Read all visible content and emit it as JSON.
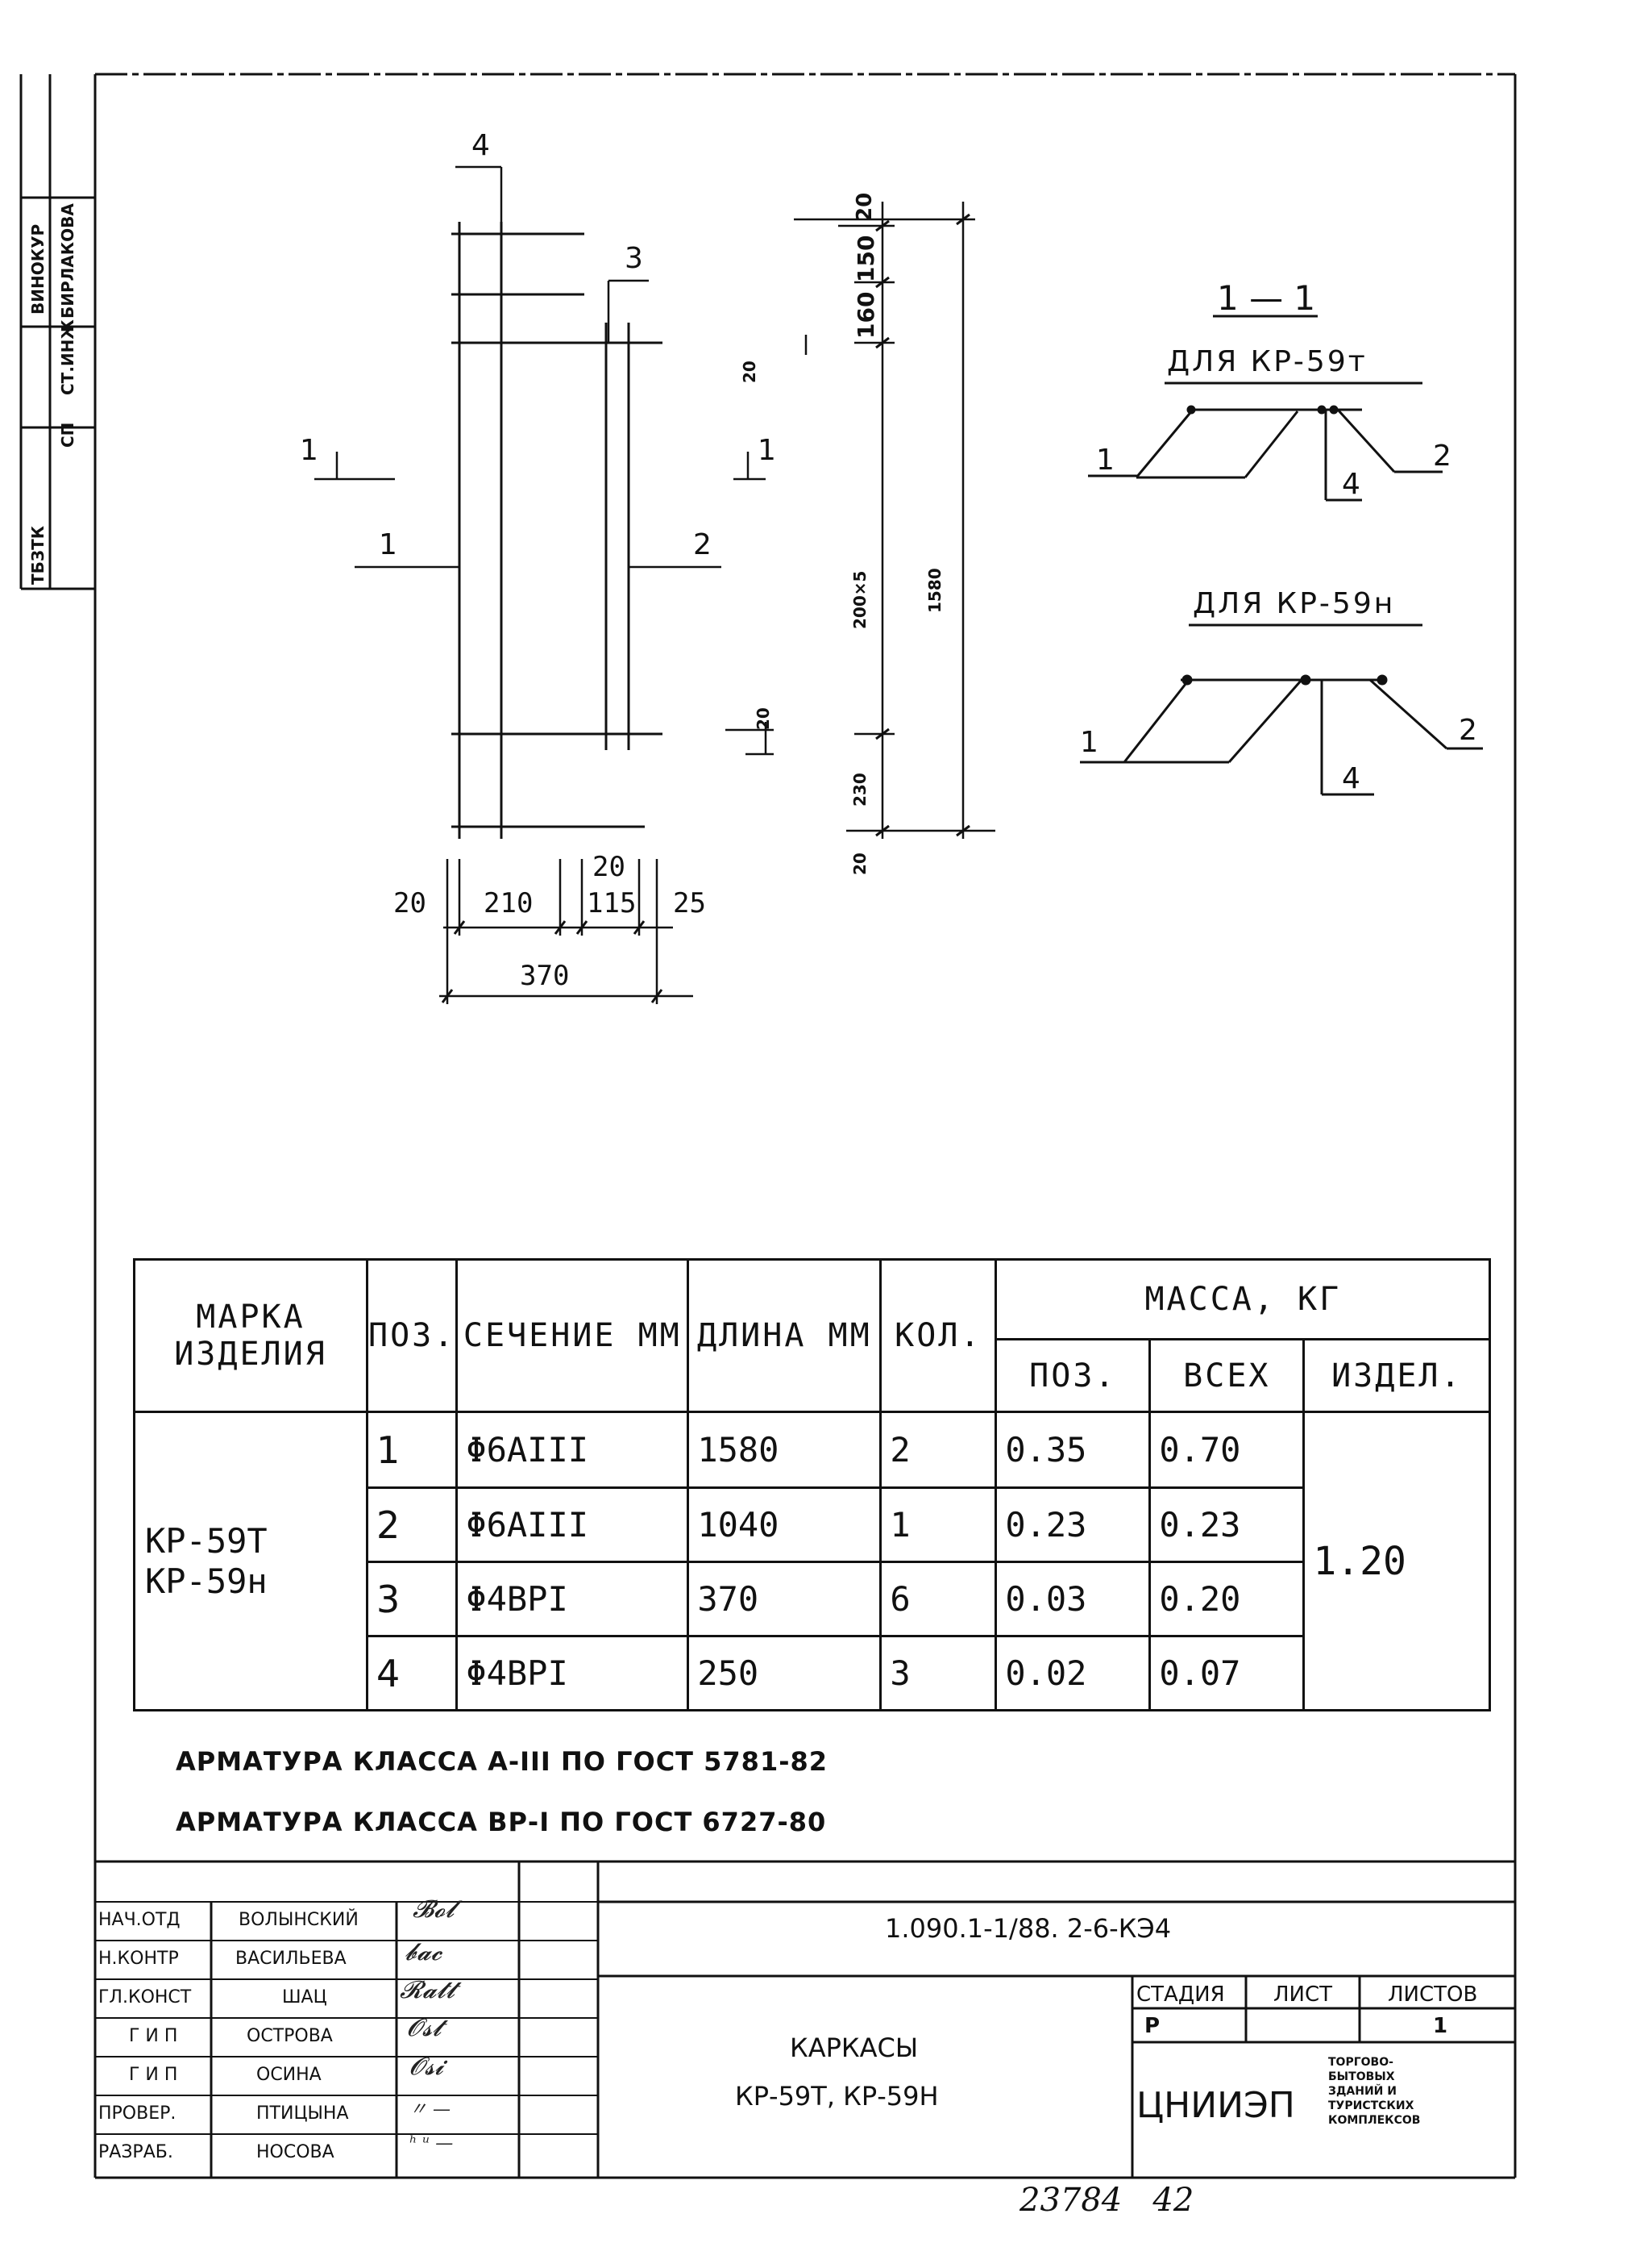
{
  "stamp_column": [
    "ТБЗТК",
    "СП",
    "СТ.ИНЖ",
    "БИРЛАКОВА",
    "ВИНОКУР"
  ],
  "drawing": {
    "pos_labels": [
      "1",
      "2",
      "3",
      "4"
    ],
    "section_mark_left": "1",
    "section_mark_right": "1",
    "dims_bottom": {
      "d20a": "20",
      "d210": "210",
      "d20b": "20",
      "d115": "115",
      "d25": "25",
      "d370": "370"
    },
    "dims_right": {
      "d20_top": "20",
      "d150": "150",
      "d160": "160",
      "d20_mid1": "20",
      "d200x5": "200×5",
      "d1580": "1580",
      "d20_mid2": "20",
      "d230": "230",
      "d20_bot": "20"
    }
  },
  "section": {
    "title": "1 — 1",
    "for_t": "ДЛЯ КР-59т",
    "for_n": "ДЛЯ КР-59н",
    "lbl1": "1",
    "lbl2": "2",
    "lbl4": "4"
  },
  "table": {
    "headers": {
      "mark": "МАРКА ИЗДЕЛИЯ",
      "pos": "ПОЗ.",
      "section": "СЕЧЕНИЕ ММ",
      "length": "ДЛИНА ММ",
      "qty": "КОЛ.",
      "mass": "МАССА, КГ",
      "mass_pos": "ПОЗ.",
      "mass_all": "ВСЕХ",
      "mass_item": "ИЗДЕЛ."
    },
    "mark_line1": "КР-59Т",
    "mark_line2": "КР-59н",
    "item_mass": "1.20",
    "rows": [
      {
        "pos": "1",
        "section": "Φ6AIII",
        "length": "1580",
        "qty": "2",
        "mass_pos": "0.35",
        "mass_all": "0.70"
      },
      {
        "pos": "2",
        "section": "Φ6AIII",
        "length": "1040",
        "qty": "1",
        "mass_pos": "0.23",
        "mass_all": "0.23"
      },
      {
        "pos": "3",
        "section": "Φ4BPI",
        "length": "370",
        "qty": "6",
        "mass_pos": "0.03",
        "mass_all": "0.20"
      },
      {
        "pos": "4",
        "section": "Φ4BPI",
        "length": "250",
        "qty": "3",
        "mass_pos": "0.02",
        "mass_all": "0.07"
      }
    ]
  },
  "notes": [
    "АРМАТУРА КЛАССА А-III ПО ГОСТ 5781-82",
    "АРМАТУРА КЛАССА ВР-I ПО ГОСТ 6727-80"
  ],
  "title_block": {
    "roles": [
      "НАЧ.ОТД",
      "Н.КОНТР",
      "ГЛ.КОНСТ",
      "Г И П",
      "Г И П",
      "ПРОВЕР.",
      "РАЗРАБ."
    ],
    "names": [
      "ВОЛЫНСКИЙ",
      "ВАСИЛЬЕВА",
      "ШАЦ",
      "ОСТРОВА",
      "ОСИНА",
      "ПТИЦЫНА",
      "НОСОВА"
    ],
    "doc_code": "1.090.1-1/88. 2-6-КЭ4",
    "title_line1": "КАРКАСЫ",
    "title_line2": "КР-59Т, КР-59Н",
    "stage_label": "СТАДИЯ",
    "sheet_label": "ЛИСТ",
    "sheets_label": "ЛИСТОВ",
    "stage": "Р",
    "sheet": "",
    "sheets": "1",
    "org": "ЦНИИЭП",
    "org_desc": [
      "ТОРГОВО-",
      "БЫТОВЫХ",
      "ЗДАНИЙ И",
      "ТУРИСТСКИХ",
      "КОМПЛЕКСОВ"
    ]
  },
  "footer_number": "23784   42"
}
